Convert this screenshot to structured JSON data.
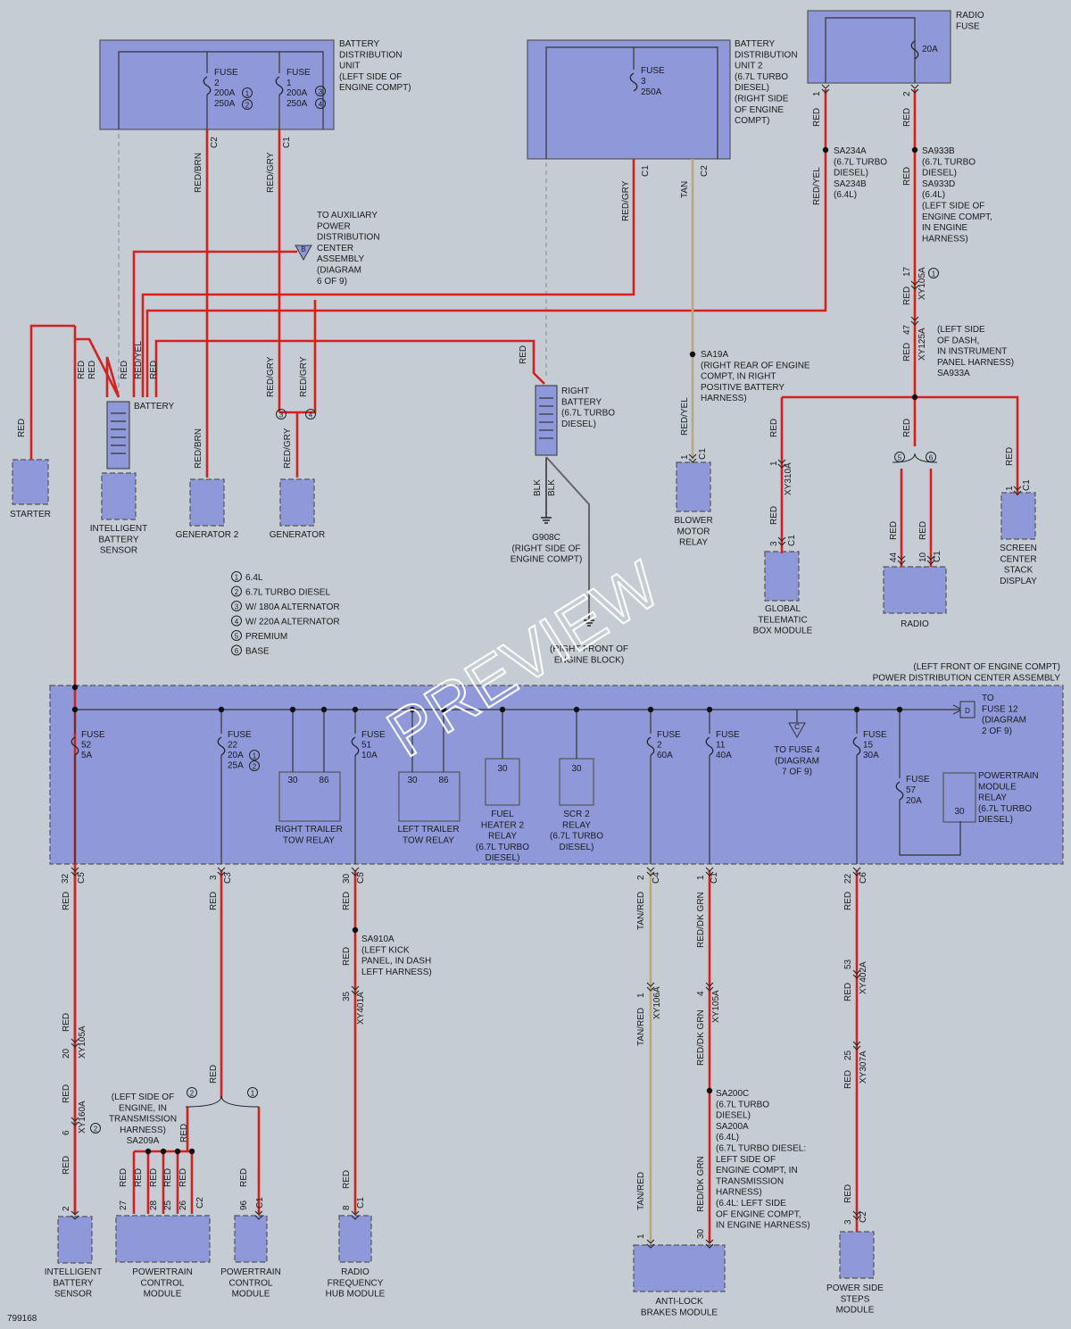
{
  "diagram_number": "799168",
  "watermark": "PREVIEW",
  "legend": [
    {
      "num": "1",
      "text": "6.4L"
    },
    {
      "num": "2",
      "text": "6.7L TURBO DIESEL"
    },
    {
      "num": "3",
      "text": "W/ 180A ALTERNATOR"
    },
    {
      "num": "4",
      "text": "W/ 220A ALTERNATOR"
    },
    {
      "num": "5",
      "text": "PREMIUM"
    },
    {
      "num": "6",
      "text": "BASE"
    }
  ],
  "bdu": {
    "title": [
      "BATTERY",
      "DISTRIBUTION",
      "UNIT",
      "(LEFT SIDE OF",
      "ENGINE COMPT)"
    ],
    "fuse2": [
      "FUSE",
      "2",
      "200A",
      "250A"
    ],
    "fuse1": [
      "FUSE",
      "1",
      "200A",
      "250A"
    ],
    "c2": "C2",
    "c1": "C1",
    "wire_c2": "RED/BRN",
    "wire_c1": "RED/GRY"
  },
  "bdu2": {
    "title": [
      "BATTERY",
      "DISTRIBUTION",
      "UNIT 2",
      "(6.7L TURBO",
      "DIESEL)",
      "(RIGHT SIDE",
      "OF ENGINE",
      "COMPT)"
    ],
    "fuse3": [
      "FUSE",
      "3",
      "250A"
    ],
    "c1": "C1",
    "c2": "C2",
    "wire_c1": "RED/GRY",
    "wire_c2": "TAN"
  },
  "radio_fuse": {
    "title": [
      "RADIO",
      "FUSE"
    ],
    "rating": "20A",
    "pin1": "1",
    "pin2": "2",
    "wire1": "RED",
    "wire2": "RED"
  },
  "aux": [
    "TO AUXILIARY",
    "POWER",
    "DISTRIBUTION",
    "CENTER",
    "ASSEMBLY",
    "(DIAGRAM",
    "6 OF 9)"
  ],
  "aux_tag": "B",
  "battery_wires": [
    "RED",
    "RED",
    "RED",
    "RED/YEL",
    "RED"
  ],
  "battery_label": "BATTERY",
  "starter": {
    "label": "STARTER",
    "wire": "RED"
  },
  "ibs_top": {
    "label": [
      "INTELLIGENT",
      "BATTERY",
      "SENSOR"
    ]
  },
  "gen2": {
    "label": "GENERATOR 2",
    "wire": "RED/BRN"
  },
  "gen": {
    "label": "GENERATOR",
    "wires": [
      "RED/GRY",
      "RED/GRY"
    ],
    "wire_low": "RED/GRY",
    "opts": [
      "3",
      "4"
    ]
  },
  "right_battery": {
    "label": [
      "RIGHT",
      "BATTERY",
      "(6.7L TURBO",
      "DIESEL)"
    ],
    "wire_top": "RED",
    "wires_blk": [
      "BLK",
      "BLK"
    ]
  },
  "g908c": [
    "G908C",
    "(RIGHT SIDE OF",
    "ENGINE COMPT)"
  ],
  "g_front": [
    "(RIGHT FRONT OF",
    "ENGINE BLOCK)"
  ],
  "sa234a": [
    "SA234A",
    "(6.7L TURBO",
    "DIESEL)",
    "SA234B",
    "(6.4L)"
  ],
  "sa234_wire": "RED/YEL",
  "sa933b": [
    "SA933B",
    "(6.7L TURBO",
    "DIESEL)",
    "SA933D",
    "(6.4L)",
    "(LEFT SIDE OF",
    "ENGINE COMPT,",
    "IN ENGINE",
    "HARNESS)"
  ],
  "sa933_wire": "RED",
  "xy105a_top": {
    "pin": "17",
    "conn": "XY105A",
    "opt": "1",
    "wire": "RED"
  },
  "xy125a": {
    "pin": "47",
    "conn": "XY125A",
    "wire": "RED"
  },
  "dash_note": [
    "(LEFT SIDE",
    "OF DASH,",
    "IN INSTRUMENT",
    "PANEL HARNESS)",
    "SA933A"
  ],
  "sa19a": [
    "SA19A",
    "(RIGHT REAR OF ENGINE",
    "COMPT, IN RIGHT",
    "POSITIVE BATTERY",
    "HARNESS)"
  ],
  "blower": {
    "label": [
      "BLOWER",
      "MOTOR",
      "RELAY"
    ],
    "pin": "1",
    "conn": "C1",
    "wire": "RED/YEL"
  },
  "gtbm": {
    "label": [
      "GLOBAL",
      "TELEMATIC",
      "BOX MODULE"
    ],
    "wire_top": "RED",
    "pin_top": "1",
    "conn_mid": "XY310A",
    "wire_low": "RED",
    "pin": "3",
    "conn": "C1"
  },
  "radio": {
    "label": "RADIO",
    "wire_top": "RED",
    "opts": [
      "5",
      "6"
    ],
    "wires": [
      "RED",
      "RED"
    ],
    "pins": [
      "44",
      "10"
    ],
    "conn": "C1"
  },
  "scsd": {
    "label": [
      "SCREEN",
      "CENTER",
      "STACK",
      "DISPLAY"
    ],
    "wire": "RED",
    "pin": "1",
    "conn": "C1"
  },
  "pdc": {
    "title": [
      "(LEFT FRONT OF ENGINE COMPT)",
      "POWER DISTRIBUTION CENTER ASSEMBLY"
    ],
    "to_fuse12": [
      "TO",
      "FUSE 12",
      "(DIAGRAM",
      "2 OF 9)"
    ],
    "to_fuse12_tag": "D",
    "fuse52": [
      "FUSE",
      "52",
      "5A"
    ],
    "fuse22": [
      "FUSE",
      "22",
      "20A",
      "25A"
    ],
    "fuse51": [
      "FUSE",
      "51",
      "10A"
    ],
    "fuse2": [
      "FUSE",
      "2",
      "60A"
    ],
    "fuse11": [
      "FUSE",
      "11",
      "40A"
    ],
    "fuse15": [
      "FUSE",
      "15",
      "30A"
    ],
    "fuse57": [
      "FUSE",
      "57",
      "20A"
    ],
    "to_fuse4": [
      "TO FUSE 4",
      "(DIAGRAM",
      "7 OF 9)"
    ],
    "to_fuse4_tag": "C",
    "rttr": {
      "label": [
        "RIGHT TRAILER",
        "TOW RELAY"
      ],
      "pins": [
        "30",
        "86"
      ]
    },
    "lttr": {
      "label": [
        "LEFT TRAILER",
        "TOW RELAY"
      ],
      "pins": [
        "30",
        "86"
      ]
    },
    "fh2": {
      "label": [
        "FUEL",
        "HEATER 2",
        "RELAY",
        "(6.7L TURBO",
        "DIESEL)"
      ],
      "pin": "30"
    },
    "scr2": {
      "label": [
        "SCR 2",
        "RELAY",
        "(6.7L TURBO",
        "DIESEL)"
      ],
      "pin": "30"
    },
    "pmr": {
      "label": [
        "POWERTRAIN",
        "MODULE",
        "RELAY",
        "(6.7L TURBO",
        "DIESEL)"
      ],
      "pin": "30"
    }
  },
  "col1": {
    "pin": "32",
    "conn": "C5",
    "w1": "RED",
    "w2": "RED",
    "pin2": "20",
    "conn2": "XY105A",
    "w3": "RED",
    "pin3": "6",
    "conn3": "XY160A",
    "opt3": "2",
    "w4": "RED",
    "pin4": "2",
    "label": [
      "INTELLIGENT",
      "BATTERY",
      "SENSOR"
    ]
  },
  "col2": {
    "pin": "3",
    "conn": "C3",
    "w1": "RED",
    "w2": "RED",
    "opts": [
      "2",
      "1"
    ],
    "sa209": [
      "(LEFT SIDE OF",
      "ENGINE, IN",
      "TRANSMISSION",
      "HARNESS)",
      "SA209A"
    ],
    "w_sa": "RED",
    "pcm1_wires": [
      "RED",
      "RED",
      "RED",
      "RED",
      "RED"
    ],
    "pcm1_pins": [
      "27",
      "28",
      "25",
      "26"
    ],
    "pcm1_conn": "C2",
    "pcm1_label": [
      "POWERTRAIN",
      "CONTROL",
      "MODULE"
    ],
    "pcm2_wire": "RED",
    "pcm2_pin": "96",
    "pcm2_conn": "C1",
    "pcm2_label": [
      "POWERTRAIN",
      "CONTROL",
      "MODULE"
    ]
  },
  "col3": {
    "pin": "30",
    "conn": "C5",
    "w1": "RED",
    "sa910": [
      "SA910A",
      "(LEFT KICK",
      "PANEL, IN DASH",
      "LEFT HARNESS)"
    ],
    "w2": "RED",
    "pin2": "35",
    "conn2": "XY401A",
    "w3": "RED",
    "pin3": "8",
    "conn3": "C1",
    "label": [
      "RADIO",
      "FREQUENCY",
      "HUB MODULE"
    ]
  },
  "col4": {
    "pin": "2",
    "conn": "C4",
    "w1": "TAN/RED",
    "pin2": "1",
    "conn2": "XY106A",
    "w2": "TAN/RED",
    "w3": "TAN/RED",
    "pin3": "1"
  },
  "col5": {
    "pin": "1",
    "conn": "C1",
    "w1": "RED/DK GRN",
    "pin2": "4",
    "conn2": "XY105A",
    "w2": "RED/DK GRN",
    "sa200": [
      "SA200C",
      "(6.7L TURBO",
      "DIESEL)",
      "SA200A",
      "(6.4L)",
      "(6.7L TURBO DIESEL:",
      "LEFT SIDE OF",
      "ENGINE COMPT, IN",
      "TRANSMISSION",
      "HARNESS)",
      "(6.4L: LEFT SIDE",
      "OF ENGINE COMPT,",
      "IN ENGINE HARNESS)"
    ],
    "w3": "RED/DK GRN",
    "pin3": "30",
    "label": [
      "ANTI-LOCK",
      "BRAKES MODULE"
    ]
  },
  "col6": {
    "pin": "22",
    "conn": "C6",
    "w1": "RED",
    "pin2": "53",
    "conn2": "XY402A",
    "w2": "RED",
    "pin3": "25",
    "conn3": "XY307A",
    "w3": "RED",
    "pin4": "3",
    "conn4": "C2",
    "label": [
      "POWER SIDE",
      "STEPS",
      "MODULE"
    ]
  }
}
